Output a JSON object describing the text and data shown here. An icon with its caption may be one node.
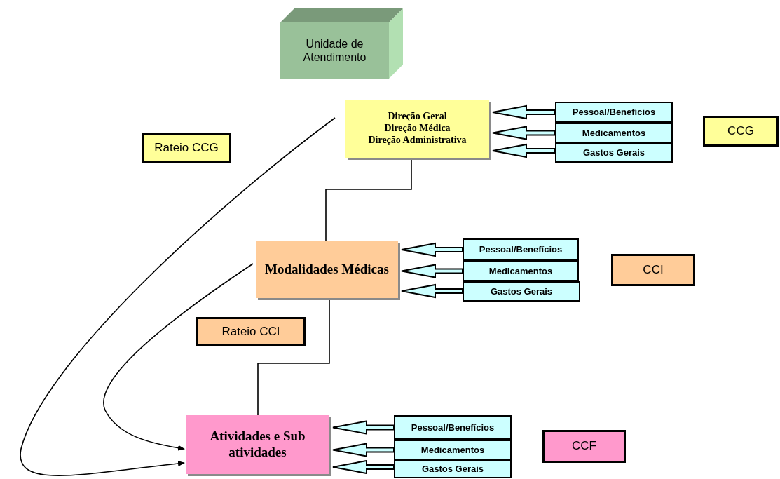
{
  "diagram": {
    "nodes": [
      {
        "text": [
          "Unidade de Atendimento"
        ]
      },
      {
        "text": [
          "Direção Geral",
          "Direção Médica",
          "Direção Administrativa"
        ]
      },
      {
        "text": [
          "Pessoal/Benefícios"
        ]
      },
      {
        "text": [
          "Medicamentos"
        ]
      },
      {
        "text": [
          "Gastos Gerais"
        ]
      },
      {
        "text": [
          "CCG"
        ]
      },
      {
        "text": [
          "Rateio CCG"
        ]
      },
      {
        "text": [
          "Modalidades Médicas"
        ]
      },
      {
        "text": [
          "Pessoal/Benefícios"
        ]
      },
      {
        "text": [
          "Medicamentos"
        ]
      },
      {
        "text": [
          "Gastos Gerais"
        ]
      },
      {
        "text": [
          "CCI"
        ]
      },
      {
        "text": [
          "Rateio CCI"
        ]
      },
      {
        "text": [
          "Atividades e Sub atividades"
        ]
      },
      {
        "text": [
          "Pessoal/Benefícios"
        ]
      },
      {
        "text": [
          "Medicamentos"
        ]
      },
      {
        "text": [
          "Gastos Gerais"
        ]
      },
      {
        "text": [
          "CCF"
        ]
      }
    ],
    "edges": [
      {
        "from": 2,
        "to": 1,
        "arrow": "to"
      },
      {
        "from": 3,
        "to": 1,
        "arrow": "to"
      },
      {
        "from": 4,
        "to": 1,
        "arrow": "to"
      },
      {
        "from": 8,
        "to": 7,
        "arrow": "to"
      },
      {
        "from": 9,
        "to": 7,
        "arrow": "to"
      },
      {
        "from": 10,
        "to": 7,
        "arrow": "to"
      },
      {
        "from": 14,
        "to": 13,
        "arrow": "to"
      },
      {
        "from": 15,
        "to": 13,
        "arrow": "to"
      },
      {
        "from": 16,
        "to": 13,
        "arrow": "to"
      },
      {
        "from": 1,
        "to": 7,
        "arrow": "none"
      },
      {
        "from": 7,
        "to": 13,
        "arrow": "none"
      },
      {
        "from": 1,
        "to": 13,
        "arrow": "to"
      },
      {
        "from": 7,
        "to": 13,
        "arrow": "to"
      }
    ]
  }
}
